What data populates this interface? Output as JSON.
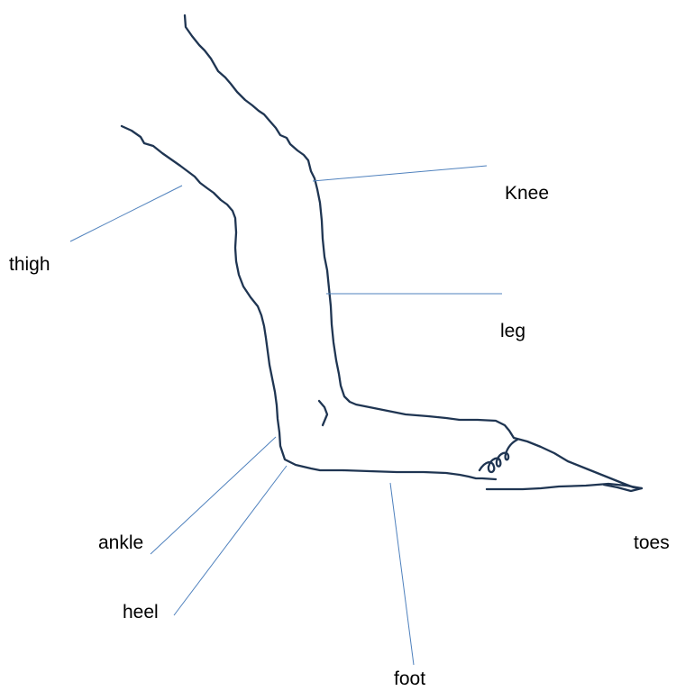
{
  "labels": {
    "knee": "Knee",
    "thigh": "thigh",
    "leg": "leg",
    "ankle": "ankle",
    "toes": "toes",
    "heel": "heel",
    "foot": "foot"
  },
  "colors": {
    "outline": "#1f3552",
    "leader_line": "#4f81bd",
    "text": "#000000",
    "background": "#ffffff"
  }
}
